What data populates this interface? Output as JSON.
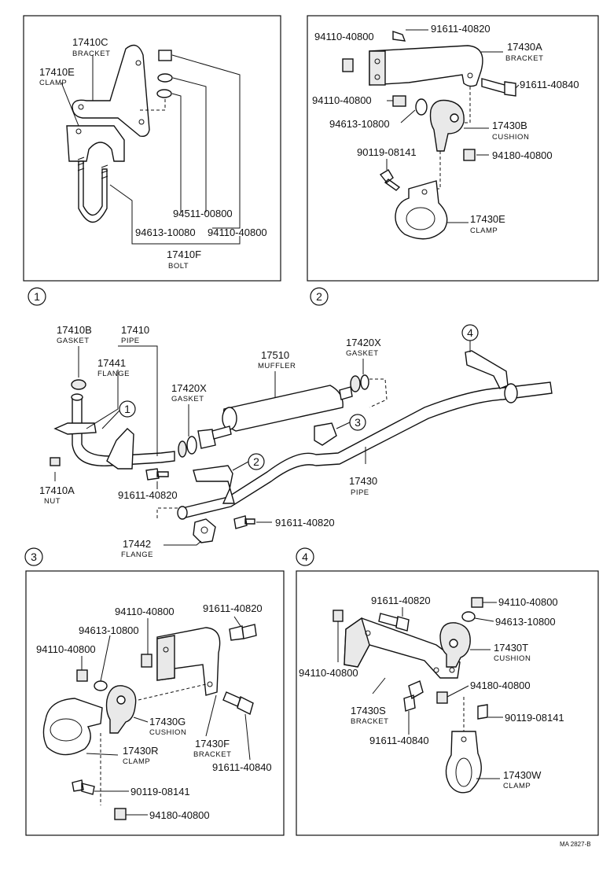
{
  "detail1": {
    "index": "1",
    "bracket_no": "17410C",
    "bracket_name": "BRACKET",
    "clamp_no": "17410E",
    "clamp_name": "CLAMP",
    "washer1": "94511-00800",
    "washer2": "94613-10080",
    "nut": "94110-40800",
    "bolt_no": "17410F",
    "bolt_name": "BOLT"
  },
  "detail2": {
    "index": "2",
    "nut_top": "94110-40800",
    "bolt_top": "91611-40820",
    "bracket_no": "17430A",
    "bracket_name": "BRACKET",
    "bolt_side": "91611-40840",
    "nut_mid": "94110-40800",
    "washer": "94613-10800",
    "cushion_no": "17430B",
    "cushion_name": "CUSHION",
    "bolt_low": "90119-08141",
    "nut_low": "94180-40800",
    "clamp_no": "17430E",
    "clamp_name": "CLAMP"
  },
  "main": {
    "gasket_front_no": "17410B",
    "gasket_front_name": "GASKET",
    "pipe_front_no": "17410",
    "pipe_front_name": "PIPE",
    "flange_front_no": "17441",
    "flange_front_name": "FLANGE",
    "muffler_no": "17510",
    "muffler_name": "MUFFLER",
    "gasket_rear_no": "17420X",
    "gasket_rear_name": "GASKET",
    "gasket_mid_no": "17420X",
    "gasket_mid_name": "GASKET",
    "nut_no": "17410A",
    "nut_name": "NUT",
    "bolt_a": "91611-40820",
    "tail_pipe_no": "17430",
    "tail_pipe_name": "PIPE",
    "bolt_b": "91611-40820",
    "flange_rear_no": "17442",
    "flange_rear_name": "FLANGE",
    "callout1": "1",
    "callout2": "2",
    "callout3": "3",
    "callout4": "4"
  },
  "detail3": {
    "index": "3",
    "nut_top": "94110-40800",
    "bolt_top": "91611-40820",
    "washer": "94613-10800",
    "nut_left": "94110-40800",
    "cushion_no": "17430G",
    "cushion_name": "CUSHION",
    "bracket_no": "17430F",
    "bracket_name": "BRACKET",
    "clamp_no": "17430R",
    "clamp_name": "CLAMP",
    "bolt_side": "91611-40840",
    "bolt_low": "90119-08141",
    "nut_low": "94180-40800"
  },
  "detail4": {
    "index": "4",
    "bolt_top": "91611-40820",
    "nut_top": "94110-40800",
    "washer": "94613-10800",
    "cushion_no": "17430T",
    "cushion_name": "CUSHION",
    "nut_left": "94110-40800",
    "nut_right": "94180-40800",
    "bracket_no": "17430S",
    "bracket_name": "BRACKET",
    "bolt_low": "90119-08141",
    "bolt_side": "91611-40840",
    "clamp_no": "17430W",
    "clamp_name": "CLAMP"
  },
  "footer": {
    "code": "MA 2827-B"
  }
}
